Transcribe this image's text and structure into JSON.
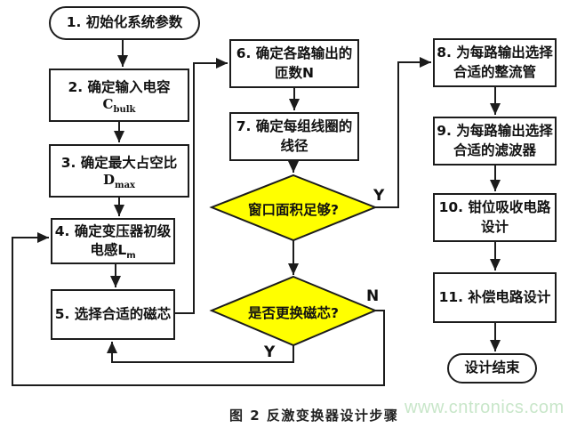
{
  "figure": {
    "caption": "图 2 反激变换器设计步骤",
    "watermark": "www.cntronics.com"
  },
  "colors": {
    "diamond_fill": "#ffff00",
    "line": "#1c1c1c",
    "box_fill": "#ffffff",
    "text": "#111111",
    "watermark": "#c8e6c9",
    "background": "#ffffff"
  },
  "nodes": {
    "start": {
      "label": "1. 初始化系统参数"
    },
    "step2": {
      "line1": "2. 确定输入电容",
      "symbol_main": "C",
      "symbol_sub": "bulk"
    },
    "step3": {
      "line1": "3. 确定最大占空比",
      "symbol_main": "D",
      "symbol_sub": "max"
    },
    "step4": {
      "line1": "4. 确定变压器初级",
      "line2_main": "电感L",
      "line2_sub": "m"
    },
    "step5": {
      "label": "5. 选择合适的磁芯"
    },
    "step6": {
      "line1": "6. 确定各路输出的",
      "line2": "匝数N"
    },
    "step7": {
      "line1": "7. 确定每组线圈的",
      "line2": "线径"
    },
    "decision1": {
      "label": "窗口面积足够?"
    },
    "decision2": {
      "label": "是否更换磁芯?"
    },
    "step8": {
      "line1": "8. 为每路输出选择",
      "line2": "合适的整流管"
    },
    "step9": {
      "line1": "9. 为每路输出选择",
      "line2": "合适的滤波器"
    },
    "step10": {
      "line1": "10. 钳位吸收电路",
      "line2": "设计"
    },
    "step11": {
      "label": "11. 补偿电路设计"
    },
    "end": {
      "label": "设计结束"
    }
  },
  "edge_labels": {
    "d1_yes": "Y",
    "d2_no": "N",
    "d2_yes": "Y"
  }
}
